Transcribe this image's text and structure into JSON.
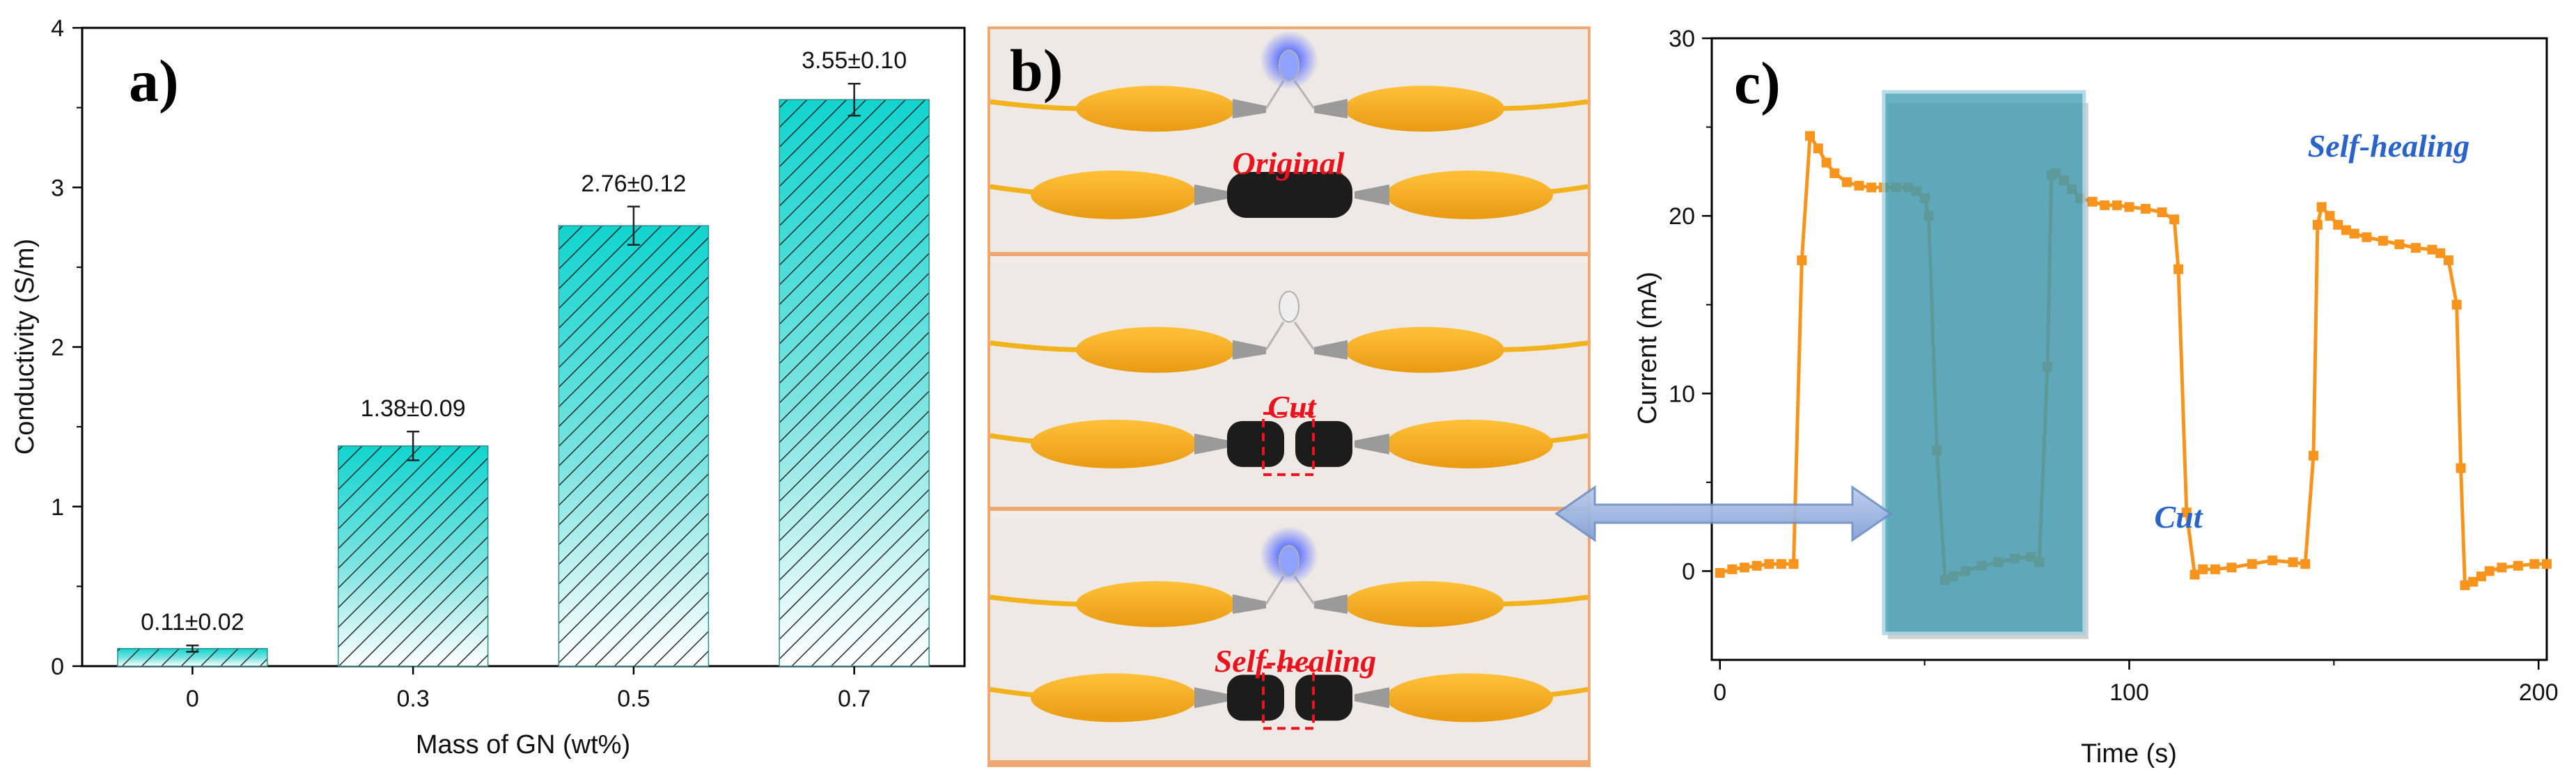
{
  "chart_data": [
    {
      "type": "bar",
      "panel_label": "a)",
      "xlabel": "Mass of GN (wt%)",
      "ylabel": "Conductivity (S/m)",
      "categories": [
        "0",
        "0.3",
        "0.5",
        "0.7"
      ],
      "values": [
        0.11,
        1.38,
        2.76,
        3.55
      ],
      "errors": [
        0.02,
        0.09,
        0.12,
        0.1
      ],
      "data_labels": [
        "0.11±0.02",
        "1.38±0.09",
        "2.76±0.12",
        "3.55±0.10"
      ],
      "ylim": [
        0,
        4
      ],
      "yticks": [
        "0",
        "1",
        "2",
        "3",
        "4"
      ],
      "bar_style": "cyan-to-white gradient with diagonal hatch",
      "colors": {
        "bar_top": "#1ad6d0",
        "hatch": "#2a2a2a",
        "axis": "#000000"
      }
    },
    {
      "type": "line",
      "panel_label": "c)",
      "xlabel": "Time (s)",
      "ylabel": "Current (mA)",
      "xlim": [
        -2,
        202
      ],
      "ylim": [
        -5,
        30
      ],
      "xticks": [
        "0",
        "100",
        "200"
      ],
      "yticks": [
        "0",
        "10",
        "20",
        "30"
      ],
      "highlight_region": {
        "x_start": 40,
        "x_end": 89,
        "color": "#3f9db4"
      },
      "annotations": [
        {
          "text": "Self-healing",
          "color": "#2a64c8"
        },
        {
          "text": "Cut",
          "color": "#2a64c8"
        }
      ],
      "series": [
        {
          "color": "#f7941d",
          "x": [
            0,
            3,
            6,
            9,
            12,
            15,
            18,
            20,
            22,
            24,
            26,
            28,
            31,
            34,
            37,
            40,
            43,
            46,
            48,
            50,
            51,
            53,
            55,
            57,
            60,
            64,
            68,
            72,
            76,
            78,
            80,
            81,
            82,
            84,
            86,
            88,
            91,
            94,
            97,
            100,
            104,
            108,
            111,
            112,
            114,
            116,
            118,
            121,
            125,
            130,
            135,
            140,
            143,
            145,
            146,
            147,
            149,
            151,
            153,
            155,
            158,
            162,
            166,
            170,
            174,
            176,
            178,
            180,
            181,
            182,
            184,
            186,
            188,
            191,
            195,
            199,
            202
          ],
          "y": [
            -0.1,
            0.1,
            0.2,
            0.3,
            0.4,
            0.4,
            0.4,
            17.5,
            24.5,
            23.8,
            23.0,
            22.4,
            21.9,
            21.7,
            21.6,
            21.6,
            21.6,
            21.6,
            21.4,
            21.0,
            20.0,
            6.8,
            -0.5,
            -0.3,
            0.0,
            0.3,
            0.5,
            0.7,
            0.8,
            0.5,
            11.5,
            22.3,
            22.4,
            22.0,
            21.5,
            21.0,
            20.8,
            20.6,
            20.6,
            20.5,
            20.4,
            20.2,
            19.8,
            17.0,
            3.3,
            -0.2,
            0.1,
            0.1,
            0.2,
            0.4,
            0.6,
            0.5,
            0.4,
            6.5,
            19.5,
            20.5,
            20.0,
            19.5,
            19.2,
            19.0,
            18.8,
            18.6,
            18.4,
            18.2,
            18.1,
            17.9,
            17.5,
            15.0,
            5.8,
            -0.8,
            -0.6,
            -0.3,
            0.0,
            0.2,
            0.3,
            0.4,
            0.4
          ]
        }
      ]
    }
  ],
  "photo_panel": {
    "panel_label": "b)",
    "labels": [
      "Original",
      "Cut",
      "Self-healing"
    ]
  }
}
